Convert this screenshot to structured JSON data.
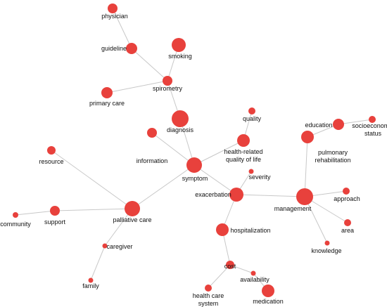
{
  "nodes": [
    {
      "id": "physician",
      "label": "physician"
    },
    {
      "id": "guideline",
      "label": "guideline"
    },
    {
      "id": "smoking",
      "label": "smoking"
    },
    {
      "id": "spirometry",
      "label": "spirometry"
    },
    {
      "id": "primary_care",
      "label": "primary care"
    },
    {
      "id": "diagnosis",
      "label": "diagnosis"
    },
    {
      "id": "quality",
      "label": "quality"
    },
    {
      "id": "hrqol",
      "label": "health-related",
      "label2": "quality of life"
    },
    {
      "id": "information",
      "label": "information"
    },
    {
      "id": "symptom",
      "label": "symptom"
    },
    {
      "id": "resource",
      "label": "resource"
    },
    {
      "id": "severity",
      "label": "severity"
    },
    {
      "id": "exacerbation",
      "label": "exacerbation"
    },
    {
      "id": "education",
      "label": "education"
    },
    {
      "id": "socioeconomic",
      "label": "socioeconomic",
      "label2": "status"
    },
    {
      "id": "pulmonary_rehab",
      "label": "pulmonary",
      "label2": "rehabilitation"
    },
    {
      "id": "management",
      "label": "management"
    },
    {
      "id": "approach",
      "label": "approach"
    },
    {
      "id": "area",
      "label": "area"
    },
    {
      "id": "knowledge",
      "label": "knowledge"
    },
    {
      "id": "community",
      "label": "community"
    },
    {
      "id": "support",
      "label": "support"
    },
    {
      "id": "palliative_care",
      "label": "palliative care"
    },
    {
      "id": "caregiver",
      "label": "caregiver"
    },
    {
      "id": "family",
      "label": "family"
    },
    {
      "id": "hospitalization",
      "label": "hospitalization"
    },
    {
      "id": "cost",
      "label": "cost"
    },
    {
      "id": "availability",
      "label": "availability"
    },
    {
      "id": "health_care_system",
      "label": "health care",
      "label2": "system"
    },
    {
      "id": "medication",
      "label": "medication"
    }
  ],
  "edges": [
    [
      "physician",
      "guideline"
    ],
    [
      "guideline",
      "spirometry"
    ],
    [
      "smoking",
      "spirometry"
    ],
    [
      "primary_care",
      "spirometry"
    ],
    [
      "spirometry",
      "diagnosis"
    ],
    [
      "diagnosis",
      "symptom"
    ],
    [
      "quality",
      "hrqol"
    ],
    [
      "hrqol",
      "symptom"
    ],
    [
      "information",
      "symptom"
    ],
    [
      "symptom",
      "palliative_care"
    ],
    [
      "symptom",
      "exacerbation"
    ],
    [
      "resource",
      "palliative_care"
    ],
    [
      "community",
      "support"
    ],
    [
      "support",
      "palliative_care"
    ],
    [
      "palliative_care",
      "caregiver"
    ],
    [
      "caregiver",
      "family"
    ],
    [
      "severity",
      "exacerbation"
    ],
    [
      "exacerbation",
      "management"
    ],
    [
      "exacerbation",
      "hospitalization"
    ],
    [
      "hospitalization",
      "cost"
    ],
    [
      "cost",
      "availability"
    ],
    [
      "cost",
      "health_care_system"
    ],
    [
      "availability",
      "medication"
    ],
    [
      "education",
      "socioeconomic"
    ],
    [
      "education",
      "pulmonary_rehab"
    ],
    [
      "pulmonary_rehab",
      "management"
    ],
    [
      "management",
      "approach"
    ],
    [
      "management",
      "area"
    ],
    [
      "management",
      "knowledge"
    ]
  ]
}
